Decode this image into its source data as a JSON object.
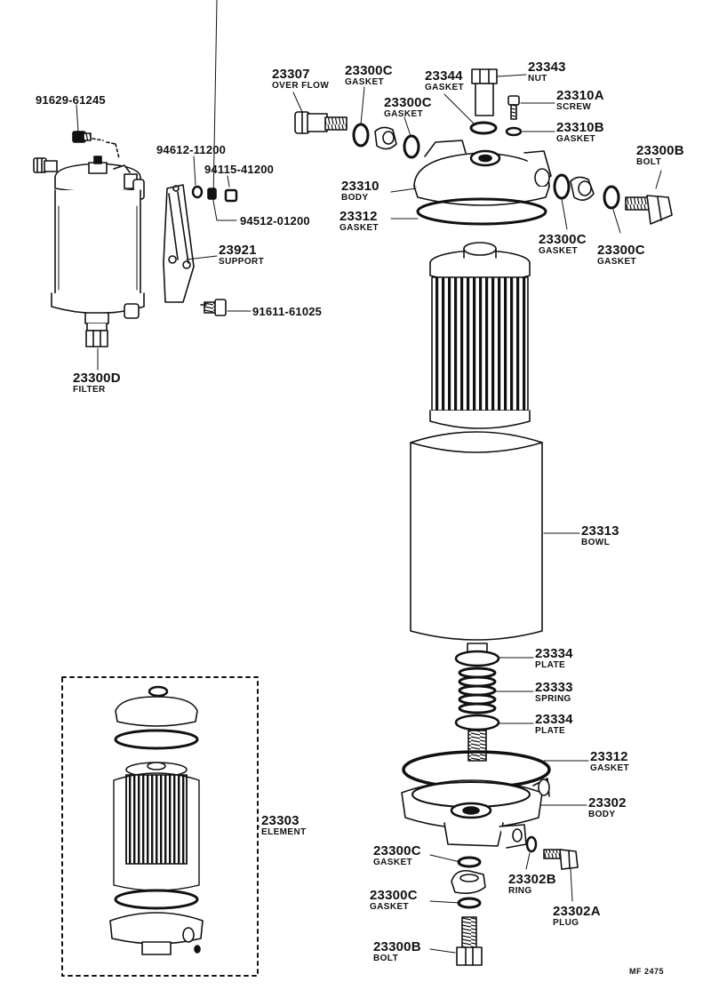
{
  "diagram_code": "MF 2475",
  "labels": {
    "p23307": {
      "num": "23307",
      "name": "OVER FLOW"
    },
    "p23300c_top1": {
      "num": "23300C",
      "name": "GASKET"
    },
    "p23300c_top2": {
      "num": "23300C",
      "name": "GASKET"
    },
    "p23344": {
      "num": "23344",
      "name": "GASKET"
    },
    "p23343": {
      "num": "23343",
      "name": "NUT"
    },
    "p23310a": {
      "num": "23310A",
      "name": "SCREW"
    },
    "p23310b": {
      "num": "23310B",
      "name": "GASKET"
    },
    "p23300b_top": {
      "num": "23300B",
      "name": "BOLT"
    },
    "p23310": {
      "num": "23310",
      "name": "BODY"
    },
    "p23312_top": {
      "num": "23312",
      "name": "GASKET"
    },
    "p23300c_right1": {
      "num": "23300C",
      "name": "GASKET"
    },
    "p23300c_right2": {
      "num": "23300C",
      "name": "GASKET"
    },
    "p91629": {
      "num": "91629-61245"
    },
    "p94612": {
      "num": "94612-11200"
    },
    "p94115": {
      "num": "94115-41200"
    },
    "p94512": {
      "num": "94512-01200"
    },
    "p23921": {
      "num": "23921",
      "name": "SUPPORT"
    },
    "p91611": {
      "num": "91611-61025"
    },
    "p23300d": {
      "num": "23300D",
      "name": "FILTER"
    },
    "p23313": {
      "num": "23313",
      "name": "BOWL"
    },
    "p23334_a": {
      "num": "23334",
      "name": "PLATE"
    },
    "p23333": {
      "num": "23333",
      "name": "SPRING"
    },
    "p23334_b": {
      "num": "23334",
      "name": "PLATE"
    },
    "p23312_bot": {
      "num": "23312",
      "name": "GASKET"
    },
    "p23302": {
      "num": "23302",
      "name": "BODY"
    },
    "p23303": {
      "num": "23303",
      "name": "ELEMENT"
    },
    "p23300c_bot1": {
      "num": "23300C",
      "name": "GASKET"
    },
    "p23302b": {
      "num": "23302B",
      "name": "RING"
    },
    "p23300c_bot2": {
      "num": "23300C",
      "name": "GASKET"
    },
    "p23302a": {
      "num": "23302A",
      "name": "PLUG"
    },
    "p23300b_bot": {
      "num": "23300B",
      "name": "BOLT"
    }
  }
}
